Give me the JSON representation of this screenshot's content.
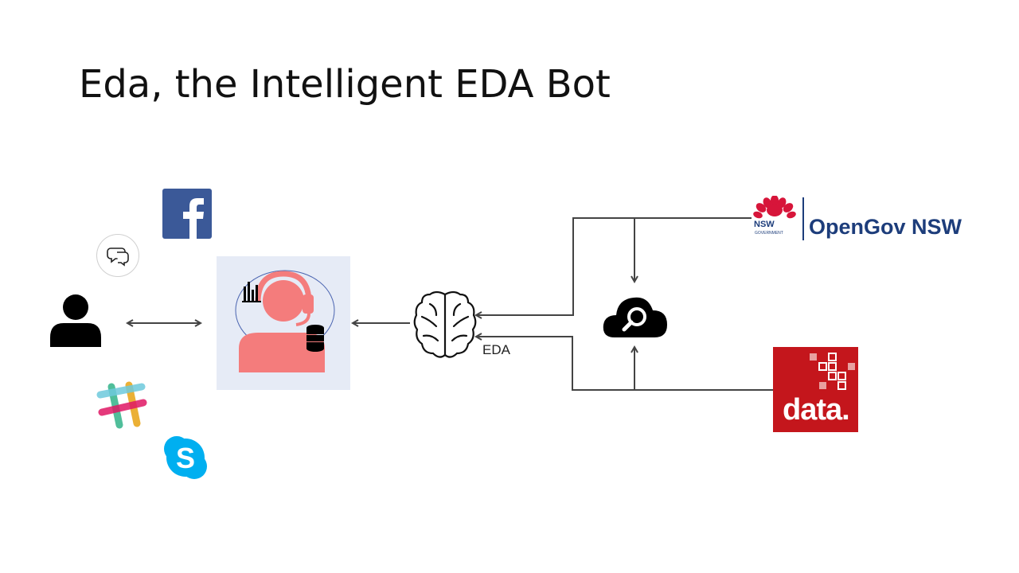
{
  "slide": {
    "title": "Eda, the Intelligent EDA Bot"
  },
  "diagram": {
    "nodes": [
      {
        "id": "user",
        "icon": "person-icon"
      },
      {
        "id": "chat",
        "icon": "chat-bubbles-icon"
      },
      {
        "id": "facebook",
        "icon": "facebook-logo"
      },
      {
        "id": "slack",
        "icon": "slack-logo"
      },
      {
        "id": "skype",
        "icon": "skype-logo"
      },
      {
        "id": "bot",
        "icon": "support-agent-icon"
      },
      {
        "id": "brain",
        "icon": "brain-icon",
        "label": "EDA"
      },
      {
        "id": "cloud-search",
        "icon": "cloud-search-icon"
      },
      {
        "id": "opengov",
        "icon": "opengov-nsw-logo",
        "label": "OpenGov NSW"
      },
      {
        "id": "datagov",
        "icon": "data-gov-logo",
        "label": "data."
      }
    ],
    "edges": [
      {
        "from": "user",
        "to": "bot",
        "type": "bidirectional"
      },
      {
        "from": "brain",
        "to": "bot"
      },
      {
        "from": "opengov",
        "to": "brain"
      },
      {
        "from": "opengov",
        "to": "cloud-search"
      },
      {
        "from": "datagov",
        "to": "brain"
      },
      {
        "from": "datagov",
        "to": "cloud-search"
      }
    ]
  },
  "logos": {
    "opengov_text": "OpenGov NSW",
    "nsw_text": "NSW",
    "government_text": "GOVERNMENT",
    "data_text": "data."
  },
  "labels": {
    "eda": "EDA"
  },
  "colors": {
    "facebook": "#3b5998",
    "bot_accent": "#f47c7c",
    "bot_bg": "#e6ebf6",
    "opengov_blue": "#1d3d7b",
    "waratah_red": "#d7153a",
    "data_red": "#c4161c",
    "skype": "#00aff0",
    "arrows": "#444444"
  }
}
